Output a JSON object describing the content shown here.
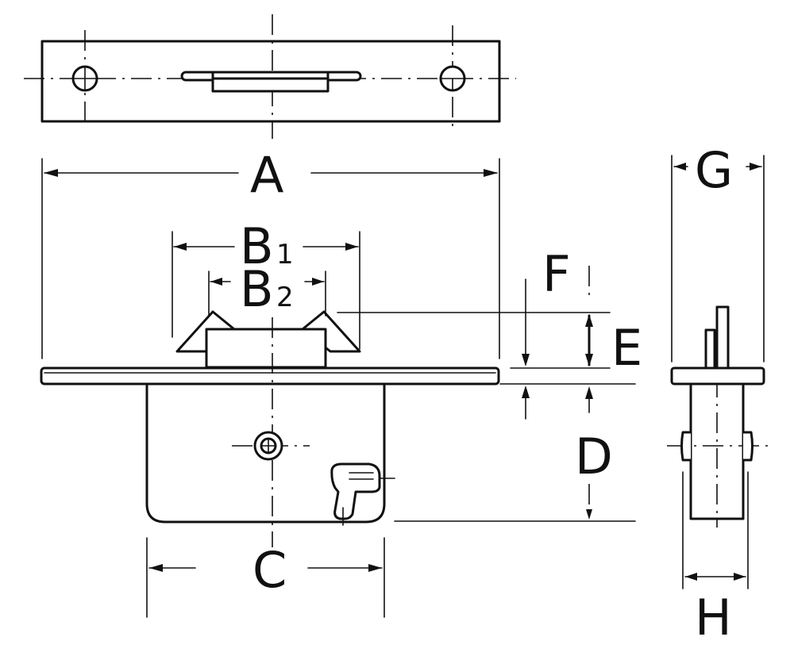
{
  "labels": {
    "A": "A",
    "B1_main": "B",
    "B1_sub": "1",
    "B2_main": "B",
    "B2_sub": "2",
    "C": "C",
    "D": "D",
    "E": "E",
    "F": "F",
    "G": "G",
    "H": "H"
  }
}
